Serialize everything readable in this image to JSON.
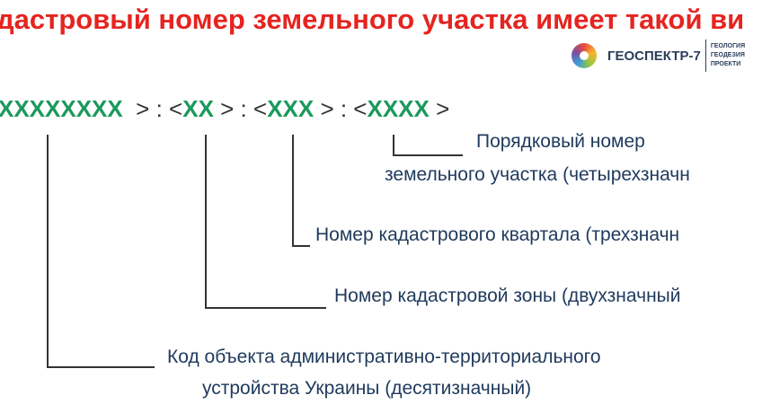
{
  "title": "дастровый номер земельного участка имеет такой ви",
  "logo": {
    "name": "ГЕОСПЕКТР-7",
    "lines": [
      "ГЕОЛОГИЯ",
      "ГЕОДЕЗИЯ",
      "ПРОЕКТИ"
    ]
  },
  "code": {
    "p1": "XXXXXXXX",
    "s1": "  > : <",
    "p2": "XX",
    "s2": " > : <",
    "p3": "XXX",
    "s3": " > : <",
    "p4": "XXXX",
    "s4": " >"
  },
  "labels": {
    "plot1": "Порядковый номер",
    "plot2": "земельного участка (четырехзначн",
    "quarter": "Номер кадастрового квартала (трехзначн",
    "zone": "Номер кадастровой зоны (двухзначный",
    "koatuu1": "Код объекта административно-территориального",
    "koatuu2": "устройства Украины (десятизначный)"
  }
}
